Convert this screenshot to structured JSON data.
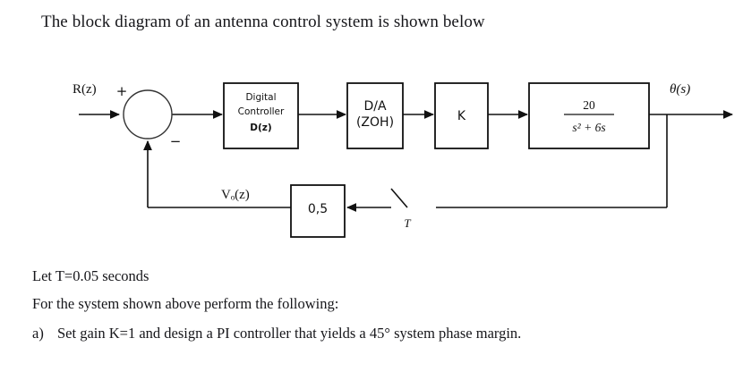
{
  "title": "The block diagram of an antenna control system is shown below",
  "diagram": {
    "input_label": "R(z)",
    "output_label": "θ(s)",
    "sum_plus": "+",
    "sum_minus": "−",
    "feedback_signal_label": "Vₒ(z)",
    "blocks": {
      "controller": {
        "line1": "Digital",
        "line2": "Controller",
        "line3": "D(z)"
      },
      "da": {
        "line1": "D/A",
        "line2": "(ZOH)"
      },
      "gain_k": "K",
      "plant": {
        "numerator": "20",
        "denominator": "s² + 6s"
      },
      "feedback_gain": "0,5"
    },
    "sampler_label": "T"
  },
  "body": {
    "let_line": "Let T=0.05 seconds",
    "for_line": "For the system shown above perform the following:",
    "item_a_marker": "a)",
    "item_a_text": "Set gain K=1 and design a PI controller that yields a 45° system phase margin."
  }
}
